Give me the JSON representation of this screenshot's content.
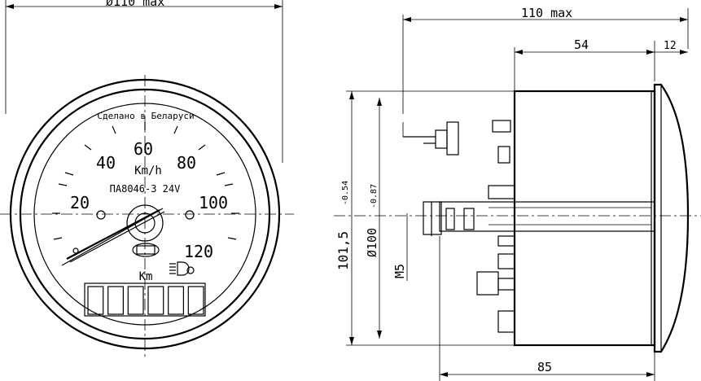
{
  "front_view": {
    "dim_diameter": "Ø110 max",
    "maker": "Сделано в Беларуси",
    "speed_labels": [
      "20",
      "40",
      "60",
      "80",
      "100",
      "120"
    ],
    "unit": "Km/h",
    "model": "ПА8046-3 24V",
    "odometer_unit": "Km",
    "odometer_digits": 6
  },
  "side_view": {
    "dim_overall": "110 max",
    "dim_body": "54",
    "dim_bezel": "12",
    "dim_height": "101,5",
    "dim_height_tol": "-0.54",
    "dim_body_dia": "Ø100",
    "dim_body_dia_tol": "-0.87",
    "dim_thread": "M5",
    "dim_depth": "85"
  }
}
